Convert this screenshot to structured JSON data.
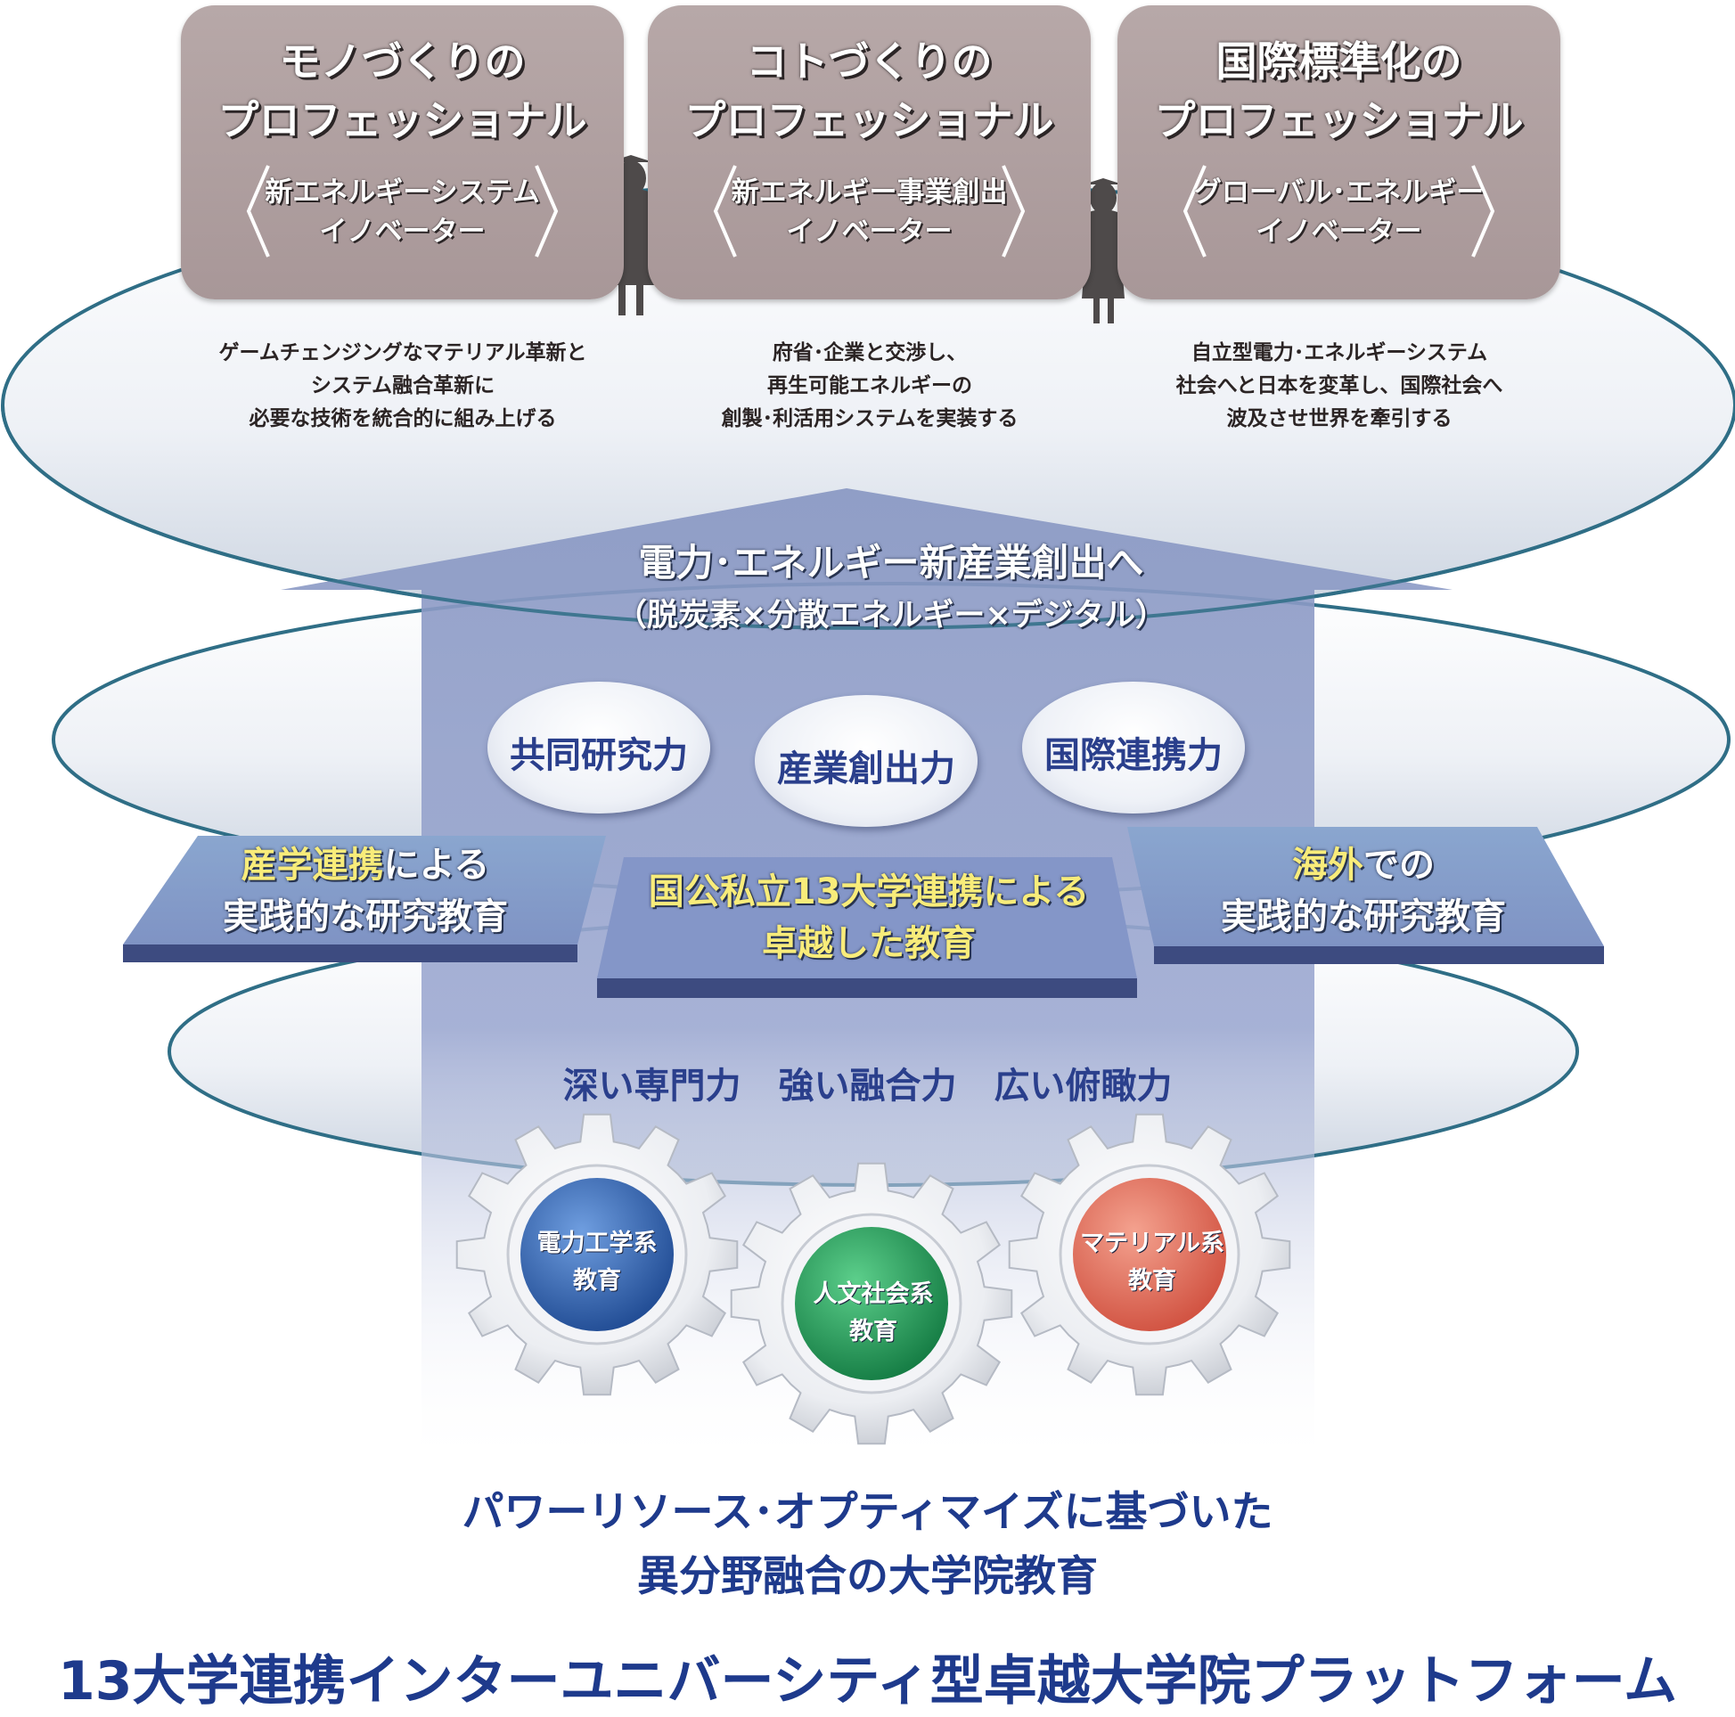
{
  "pros": [
    {
      "title": [
        "モノづくりの",
        "プロフェッショナル"
      ],
      "role": [
        "新エネルギーシステム",
        "イノベーター"
      ],
      "desc": [
        "ゲームチェンジングなマテリアル革新と",
        "システム融合革新に",
        "必要な技術を統合的に組み上げる"
      ]
    },
    {
      "title": [
        "コトづくりの",
        "プロフェッショナル"
      ],
      "role": [
        "新エネルギー事業創出",
        "イノベーター"
      ],
      "desc": [
        "府省･企業と交渉し、",
        "再生可能エネルギーの",
        "創製･利活用システムを実装する"
      ]
    },
    {
      "title": [
        "国際標準化の",
        "プロフェッショナル"
      ],
      "role": [
        "グローバル･エネルギー",
        "イノベーター"
      ],
      "desc": [
        "自立型電力･エネルギーシステム",
        "社会へと日本を変革し、国際社会へ",
        "波及させ世界を牽引する"
      ]
    }
  ],
  "arrow": {
    "line1": "電力･エネルギー新産業創出へ",
    "line2": "（脱炭素×分散エネルギー×デジタル）"
  },
  "capabilities": [
    "共同研究力",
    "産業創出力",
    "国際連携力"
  ],
  "slabs": {
    "left": {
      "highlight": "産学連携",
      "rest": "による",
      "line2": "実践的な研究教育"
    },
    "center": {
      "line1": "国公私立13大学連携による",
      "line2": "卓越した教育"
    },
    "right": {
      "highlight": "海外",
      "rest": "での",
      "line2": "実践的な研究教育"
    }
  },
  "skills": [
    "深い専門力",
    "強い融合力",
    "広い俯瞰力"
  ],
  "gears": [
    {
      "line1": "電力工学系",
      "line2": "教育",
      "color": "#2e5aa8"
    },
    {
      "line1": "人文社会系",
      "line2": "教育",
      "color": "#1f9a55"
    },
    {
      "line1": "マテリアル系",
      "line2": "教育",
      "color": "#e0675a"
    }
  ],
  "bottom": {
    "line1": "パワーリソース･オプティマイズに基づいた",
    "line2": "異分野融合の大学院教育"
  },
  "platform": "13大学連携インターユニバーシティ型卓越大学院プラットフォーム",
  "colors": {
    "accent": "#1e3a8c",
    "card": "#ab9a9b",
    "highlight": "#f8ec7a"
  }
}
